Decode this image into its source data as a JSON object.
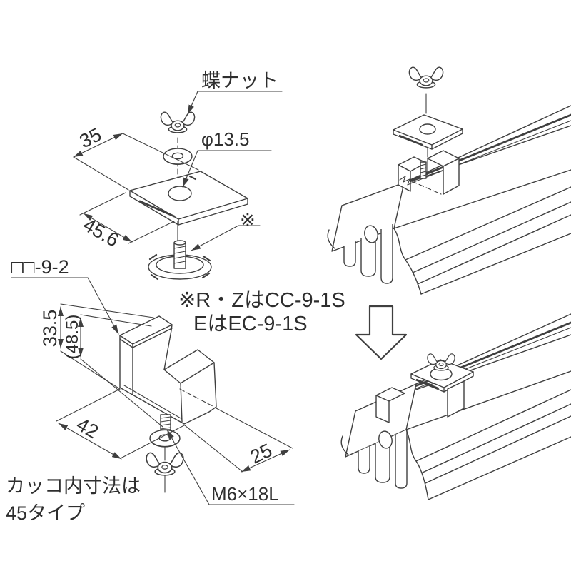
{
  "drawing": {
    "colors": {
      "line": "#3f3f3f",
      "text": "#2e2e2e",
      "background": "#ffffff"
    },
    "exploded_view": {
      "wing_nut_label": "蝶ナット",
      "hole_diameter_label": "φ13.5",
      "width_dim": "35",
      "depth_dim": "45.6",
      "part_code_label": "□□-9-2",
      "reference_mark": "※"
    },
    "reference_note": {
      "line1": "※R・ZはCC-9-1S",
      "line2": "EはEC-9-1S"
    },
    "bracket_view": {
      "height_dim": "33.5",
      "height_dim_paren": "(48.5)",
      "width_dim": "42",
      "depth_dim": "25",
      "bolt_spec_label": "M6×18L",
      "caption_line1": "カッコ内寸法は",
      "caption_line2": "45タイプ"
    }
  }
}
